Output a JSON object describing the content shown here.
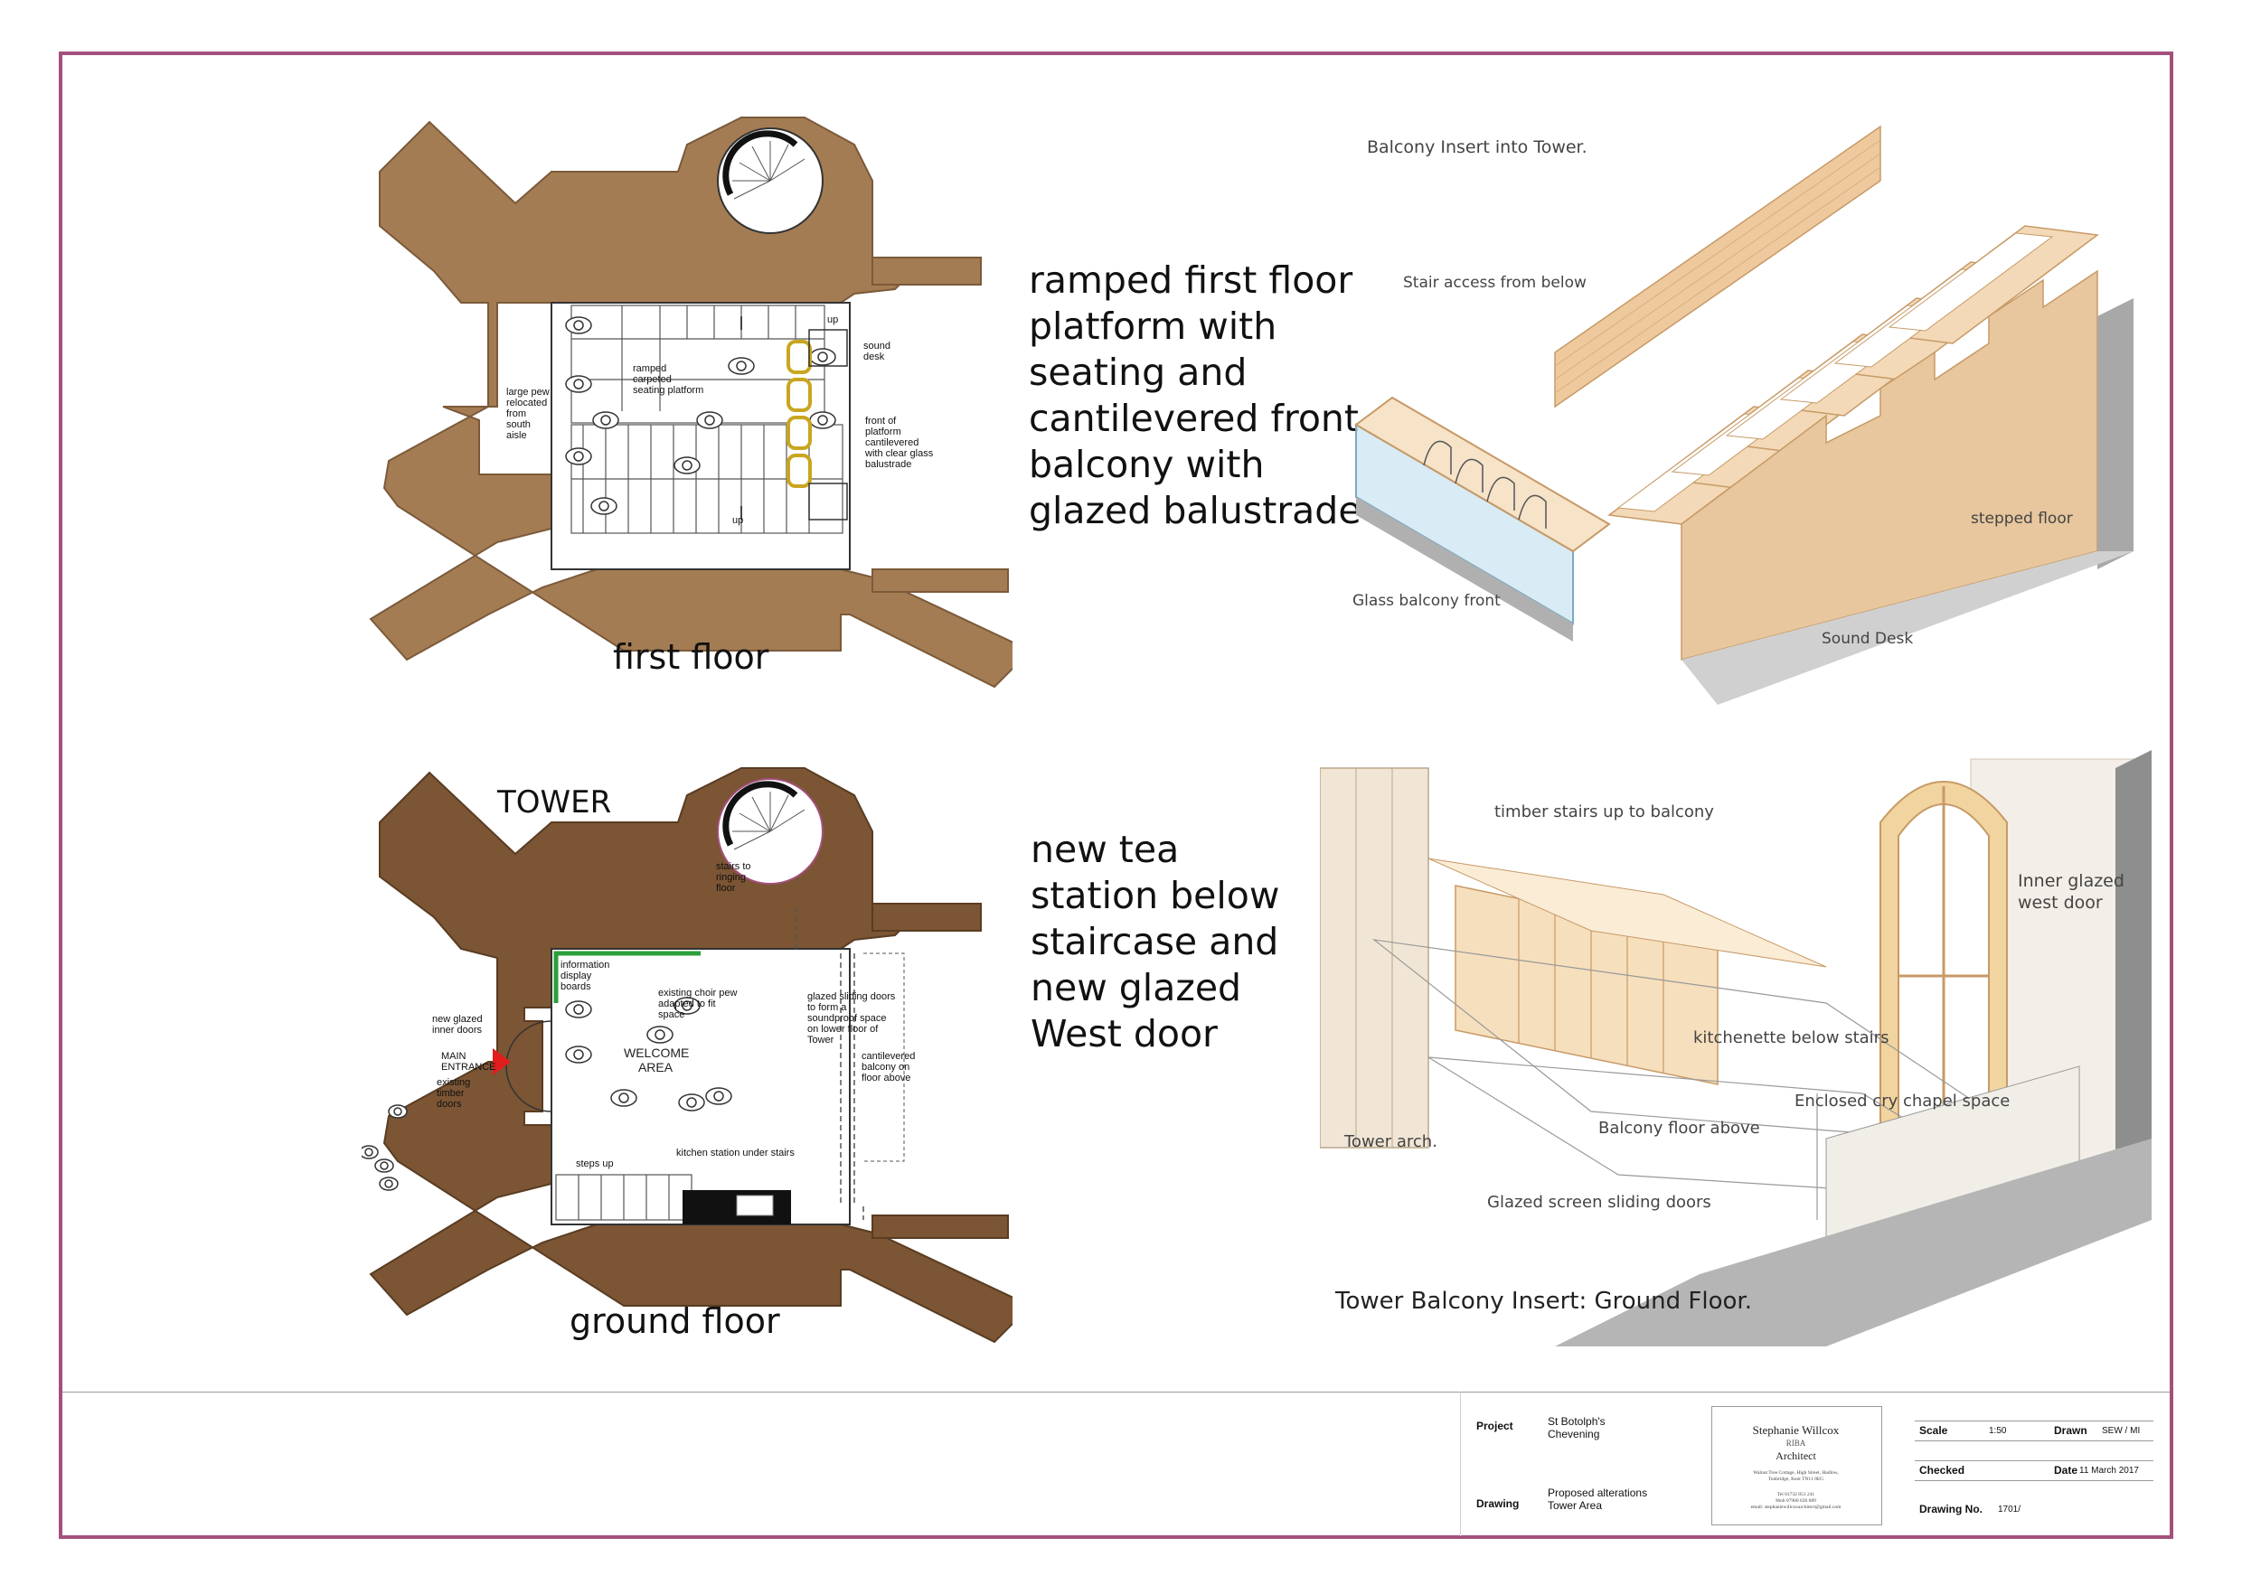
{
  "first_floor": {
    "caption": "first floor",
    "labels": {
      "up_top": "up",
      "up_bottom": "up",
      "ramped": "ramped carpeted seating platform",
      "sound_desk": "sound desk",
      "large_pew": "large pew relocated from south aisle",
      "front_platform": "front of platform cantilevered with clear glass balustrade"
    }
  },
  "ground_floor": {
    "caption": "ground floor",
    "tower": "TOWER",
    "labels": {
      "stairs_ringing": "stairs to ringing floor",
      "information": "information display boards",
      "choir_pew": "existing choir pew adapted to fit space",
      "glazed_sliding": "glazed sliding doors to form a soundproof space on lower floor of Tower",
      "new_glazed_inner": "new glazed inner doors",
      "main_entrance": "MAIN ENTRANCE",
      "existing_timber": "existing timber doors",
      "welcome": "WELCOME AREA",
      "cantilevered_balcony": "cantilevered balcony on floor above",
      "steps_up": "steps up",
      "kitchen_station": "kitchen station under stairs"
    }
  },
  "descriptions": {
    "upper": "ramped first floor platform with seating and cantilevered front balcony with glazed balustrade",
    "lower": "new tea station below staircase and new glazed West door"
  },
  "upper_sketch": {
    "title": "Balcony Insert into Tower.",
    "stair_access": "Stair access from below",
    "stepped_floor": "stepped floor",
    "glass_front": "Glass balcony front",
    "sound_desk": "Sound Desk"
  },
  "lower_sketch": {
    "timber_stairs": "timber stairs up to balcony",
    "inner_glazed": "Inner glazed west door",
    "kitchenette": "kitchenette below stairs",
    "enclosed": "Enclosed cry chapel space",
    "balcony_floor": "Balcony floor above",
    "tower_arch": "Tower arch.",
    "glazed_screen": "Glazed screen sliding doors",
    "caption": "Tower Balcony Insert: Ground Floor."
  },
  "title_block": {
    "project_label": "Project",
    "project_value": "St Botolph's Chevening",
    "drawing_label": "Drawing",
    "drawing_value": "Proposed alterations Tower Area",
    "architect_name": "Stephanie Willcox",
    "architect_riba": "RIBA",
    "architect_title": "Architect",
    "architect_address": "Walnut Tree Cottage, High Street, Hadlow, Tonbridge, Kent TN11 0EG",
    "architect_tel": "Tel 01732 851 241",
    "architect_mob": "Mob 07960 626 689",
    "architect_email": "email: stephaniewillcoxarchitect@gmail.com",
    "scale_label": "Scale",
    "scale_value": "1:50",
    "drawn_label": "Drawn",
    "drawn_value": "SEW / MI",
    "checked_label": "Checked",
    "date_label": "Date",
    "date_value": "11 March 2017",
    "drawing_no_label": "Drawing No.",
    "drawing_no_value": "1701/"
  },
  "colors": {
    "border": "#a3507c",
    "wall_first": "#a47c53",
    "wall_ground": "#7b5534",
    "timber": "#efd4a8",
    "glass": "#cfe6f2"
  }
}
